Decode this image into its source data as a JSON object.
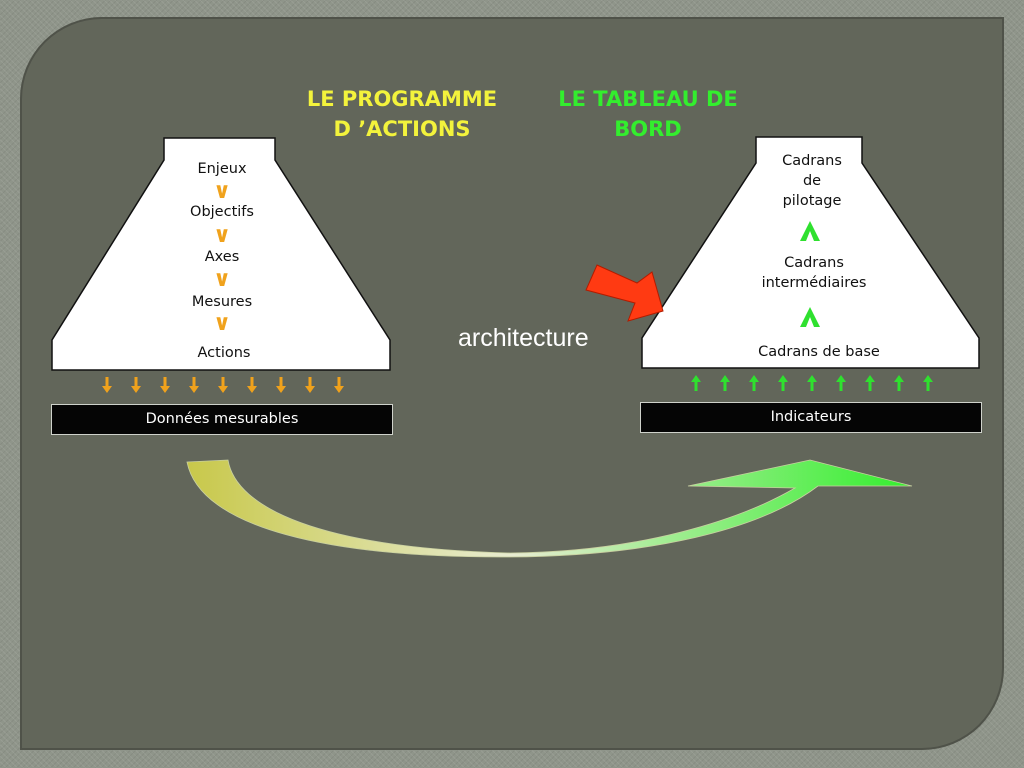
{
  "left": {
    "title_line1": "LE PROGRAMME",
    "title_line2": "D ’ACTIONS",
    "items": [
      "Enjeux",
      "Objectifs",
      "Axes",
      "Mesures",
      "Actions"
    ],
    "bar_label": "Données mesurables",
    "arrow_count": 9,
    "arrow_color": "#f0a21c"
  },
  "right": {
    "title_line1": "LE TABLEAU DE",
    "title_line2": "BORD",
    "top_item_line1": "Cadrans",
    "top_item_line2": "de",
    "top_item_line3": "pilotage",
    "middle_item_line1": "Cadrans",
    "middle_item_line2": "intermédiaires",
    "bottom_item": "Cadrans de base",
    "bar_label": "Indicateurs",
    "arrow_count": 9,
    "arrow_color": "#2fe02f"
  },
  "center": {
    "label": "architecture",
    "arrow_color": "#ff3a12"
  },
  "colors": {
    "background": "#62665a",
    "left_title": "#f3f33c",
    "right_title": "#33ee2e",
    "curved_arrow_start": "#c8c84a",
    "curved_arrow_end": "#33ee2e"
  }
}
